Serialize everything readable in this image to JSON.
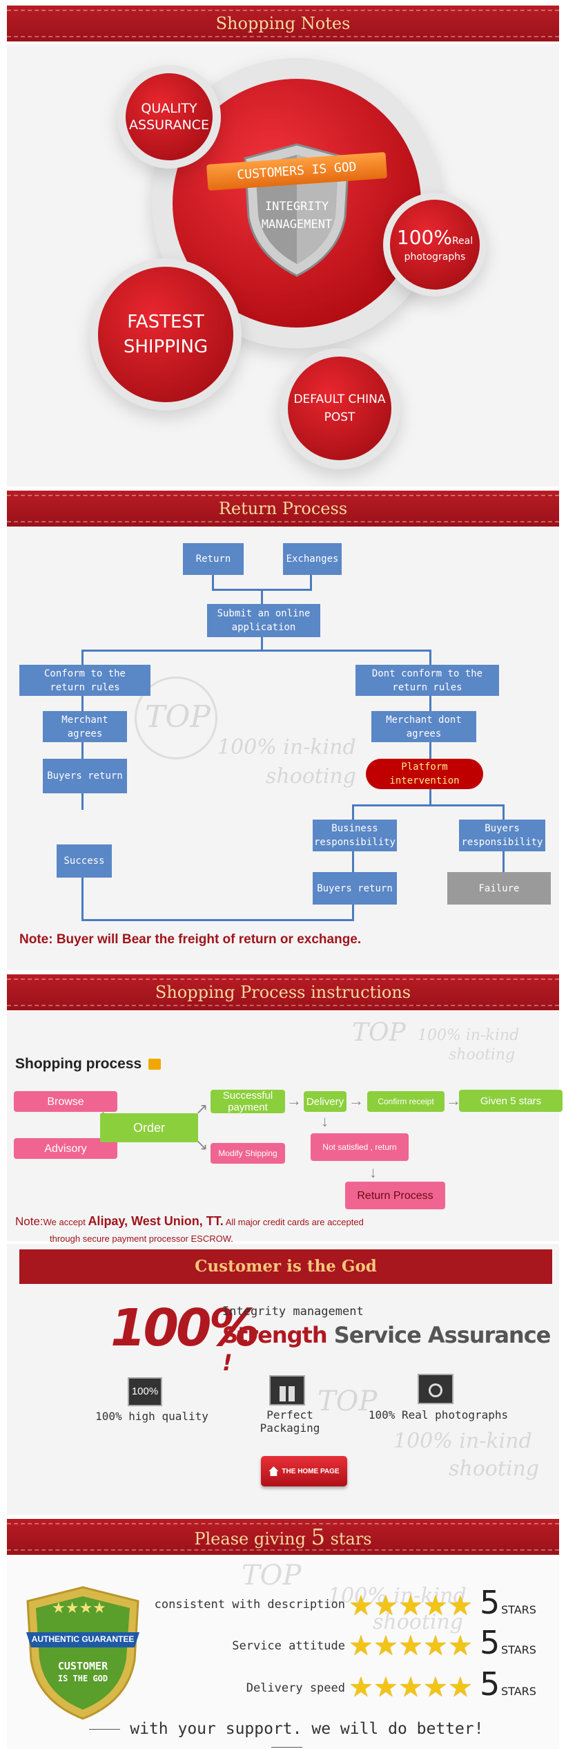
{
  "colors": {
    "banner_red": "#a8161e",
    "banner_text": "#f4d9a0",
    "flow_blue": "#5a87c6",
    "pink": "#f06491",
    "green": "#8ccf3c",
    "failure_gray": "#9a9a9a",
    "platform_red": "#c00000"
  },
  "section1": {
    "banner": "Shopping Notes",
    "quality": [
      "QUALITY",
      "ASSURANCE"
    ],
    "ribbon": "CUSTOMERS IS GOD",
    "shield": [
      "INTEGRITY",
      "MANAGEMENT"
    ],
    "real_num": "100%",
    "real_suffix": "Real",
    "real_word": "photographs",
    "fastest": [
      "FASTEST",
      "SHIPPING"
    ],
    "post": [
      "DEFAULT CHINA",
      "POST"
    ]
  },
  "section2": {
    "banner": "Return Process",
    "return": "Return",
    "exchanges": "Exchanges",
    "submit": [
      "Submit an online",
      "application"
    ],
    "conform": [
      "Conform to the",
      "return rules"
    ],
    "dont_conform": [
      "Dont conform to the",
      "return rules"
    ],
    "merchant_agrees": "Merchant agrees",
    "merchant_dont": "Merchant dont agrees",
    "buyers_return_left": "Buyers return",
    "platform": [
      "Platform",
      "intervention"
    ],
    "success": "Success",
    "business": [
      "Business",
      "responsibility"
    ],
    "buyers_resp": [
      "Buyers",
      "responsibility"
    ],
    "buyers_return_right": "Buyers return",
    "failure": "Failure",
    "note": "Note: Buyer will Bear the freight of return or exchange.",
    "watermark_logo": "TOP",
    "watermark_line1": "100% in-kind",
    "watermark_line2": "shooting"
  },
  "section3": {
    "banner": "Shopping Process instructions",
    "heading": "Shopping process",
    "browse": "Browse",
    "advisory": "Advisory",
    "order": "Order",
    "successful": [
      "Successful",
      "payment"
    ],
    "modify": "Modify Shipping",
    "delivery": "Delivery",
    "not_satisfied": "Not satisfied , return",
    "confirm": "Confirm receipt",
    "given": "Given 5 stars",
    "return_process": "Return Process",
    "note_label": "Note:",
    "note_pre": "We accept ",
    "note_bold": "Alipay, West Union, TT.",
    "note_post": " All major credit cards are accepted",
    "note_line2": "through secure payment processor ESCROW."
  },
  "section4": {
    "banner": "Customer is the God",
    "big": "100%",
    "integrity": "Integrity management",
    "strength": "Strength",
    "service": "Service Assurance",
    "item1_icon": "100%",
    "item1": "100% high quality",
    "item2": "Perfect Packaging",
    "item3": "100% Real photographs",
    "homepage": "THE HOME PAGE"
  },
  "section5": {
    "banner_pre": "Please giving ",
    "banner_num": "5",
    "banner_post": " stars",
    "badge_top": "AUTHENTIC GUARANTEE",
    "badge_customer": "CUSTOMER",
    "badge_god": "IS THE GOD",
    "rows": [
      {
        "label": "consistent with description",
        "num": "5",
        "stars_word": "STARS",
        "stars": 5
      },
      {
        "label": "Service attitude",
        "num": "5",
        "stars_word": "STARS",
        "stars": 5
      },
      {
        "label": "Delivery speed",
        "num": "5",
        "stars_word": "STARS",
        "stars": 5
      }
    ],
    "footer": "with your support. we will do better!"
  }
}
